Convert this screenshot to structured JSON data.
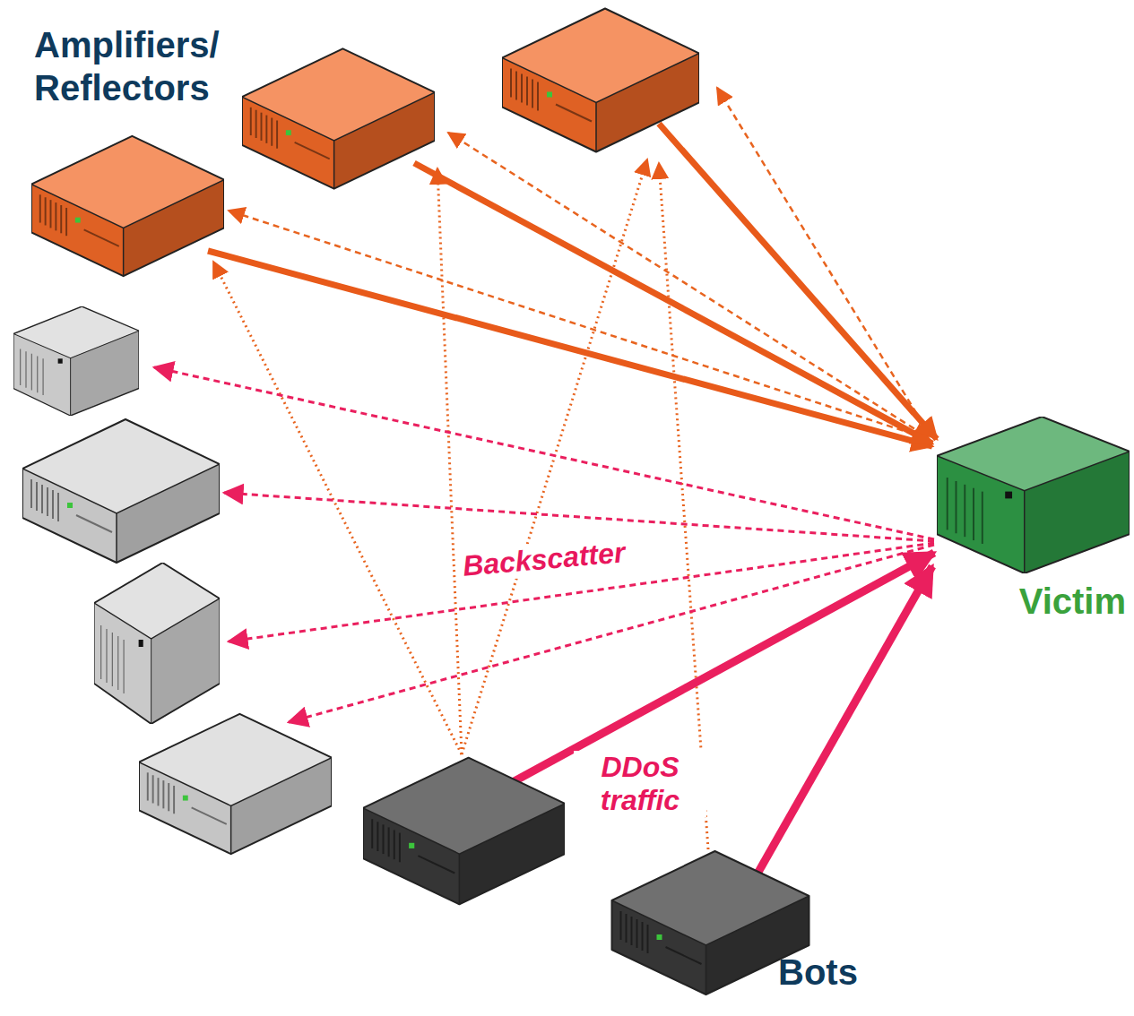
{
  "diagram": {
    "nodes": [
      {
        "text": [
          "Victim"
        ]
      }
    ],
    "labels": [
      "Amplifiers/ Reflectors",
      "Backscatter",
      "DDoS traffic",
      "Bots"
    ]
  }
}
